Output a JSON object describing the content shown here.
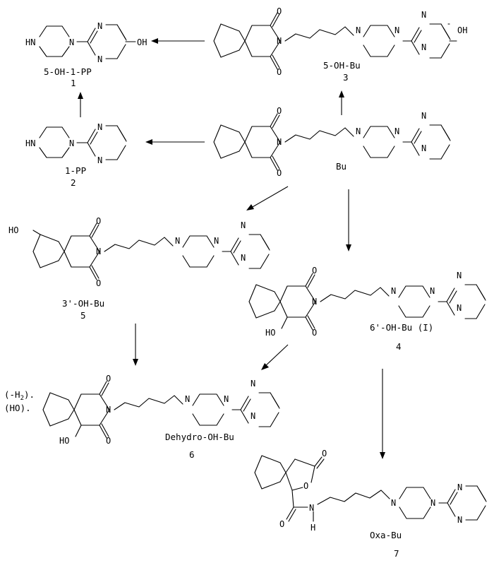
{
  "atoms": {
    "N": "N",
    "O": "O",
    "OH": "OH",
    "HN": "HN",
    "HO": "HO",
    "H": "H"
  },
  "compounds": {
    "c1": {
      "name": "5-OH-1-PP",
      "number": "1"
    },
    "c2": {
      "name": "1-PP",
      "number": "2"
    },
    "c3": {
      "name": "5-OH-Bu",
      "number": "3"
    },
    "bu": {
      "name": "Bu"
    },
    "c4": {
      "name": "6'-OH-Bu (I)",
      "number": "4"
    },
    "c5": {
      "name": "3'-OH-Bu",
      "number": "5"
    },
    "c6": {
      "name": "Dehydro-OH-Bu",
      "number": "6",
      "mod1": "(-H",
      "mod1_sub": "2",
      "mod1_end": ").",
      "mod2": "(HO)."
    },
    "c7": {
      "name": "Oxa-Bu",
      "number": "7"
    }
  }
}
